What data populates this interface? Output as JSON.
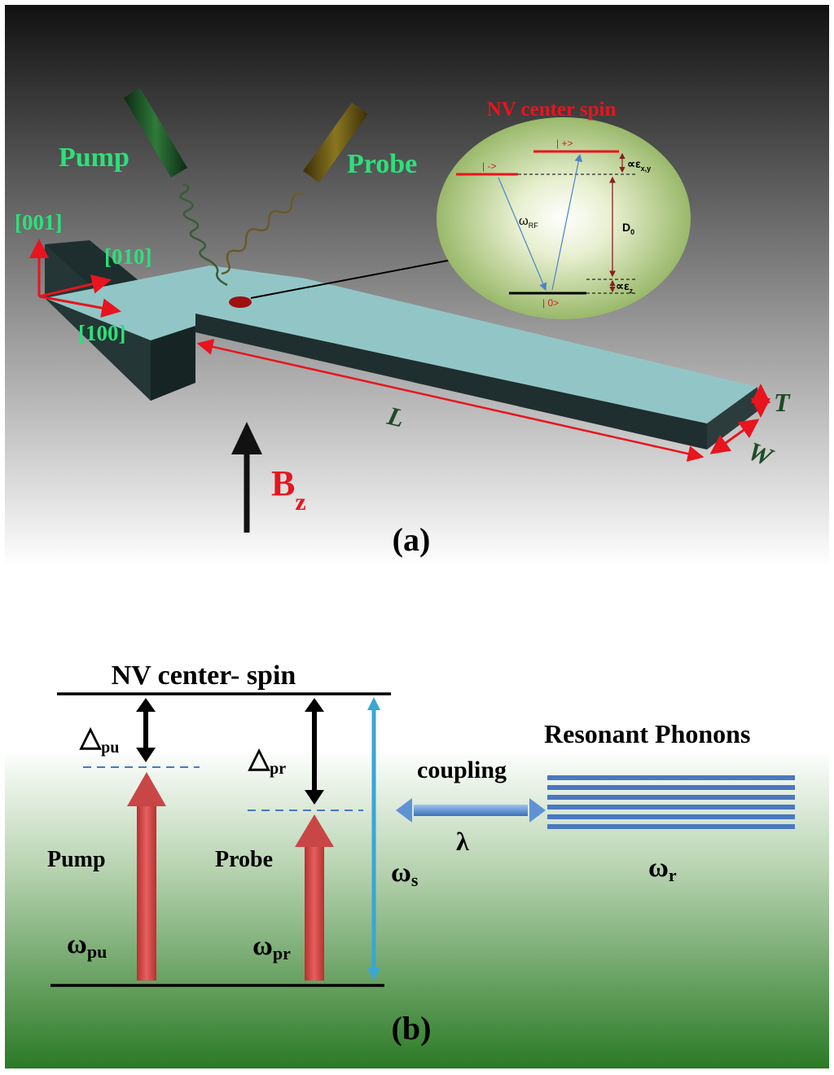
{
  "panel_a": {
    "beam_labels": {
      "pump": "Pump",
      "probe": "Probe"
    },
    "crystal_axes": {
      "z": "[001]",
      "y": "[010]",
      "x": "[100]"
    },
    "dimensions": {
      "length": "L",
      "thickness": "T",
      "width": "W"
    },
    "field": {
      "symbol": "B",
      "subscript": "z"
    },
    "inset": {
      "title": "NV center spin",
      "state_minus": "| ->",
      "state_plus": "| +>",
      "state_zero": "| 0>",
      "rf_symbol": "ω",
      "rf_subscript": "RF",
      "zero_field_splitting": "D",
      "zero_field_subscript": "0",
      "strain_xy": "∝ε",
      "strain_xy_subscript": "x,y",
      "strain_z": "∝ε",
      "strain_z_subscript": "z"
    },
    "caption": "(a)"
  },
  "panel_b": {
    "top_level_label": "NV center- spin",
    "delta_pu": {
      "symbol": "△",
      "subscript": "pu"
    },
    "delta_pr": {
      "symbol": "△",
      "subscript": "pr"
    },
    "pump_label": "Pump",
    "probe_label": "Probe",
    "omega_pu": {
      "symbol": "ω",
      "subscript": "pu"
    },
    "omega_pr": {
      "symbol": "ω",
      "subscript": "pr"
    },
    "omega_s": {
      "symbol": "ω",
      "subscript": "s"
    },
    "coupling_label": "coupling",
    "coupling_constant": "λ",
    "phonons_label": "Resonant Phonons",
    "omega_r": {
      "symbol": "ω",
      "subscript": "r"
    },
    "caption": "(b)"
  },
  "colors": {
    "label_green": "#2de07a",
    "axis_red": "#e8141e",
    "beam_red": "#d9484a",
    "phonon_blue": "#4a78c0",
    "spin_cyan": "#3aa6d4",
    "beam_top": "#92c6c6",
    "dim_label": "#1f4a28"
  }
}
